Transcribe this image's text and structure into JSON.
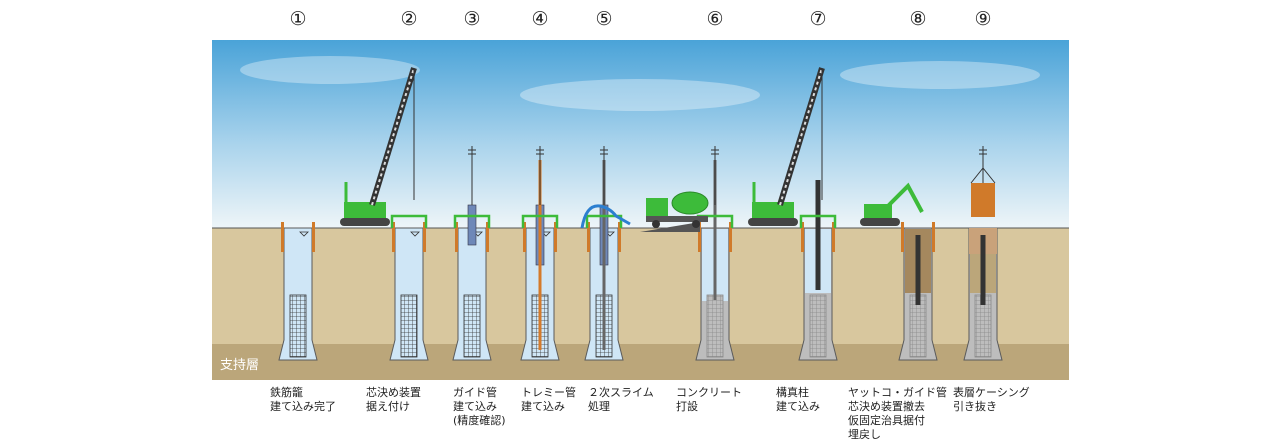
{
  "support_layer_label": "支持層",
  "colors": {
    "sky_top": "#4aa3d8",
    "sky_bottom": "#eef5f8",
    "ground": "#d8c79e",
    "bearing_layer": "#bba67a",
    "crane_green": "#3dbb3a",
    "casing": "#d07a2a",
    "water": "#cfe6f6",
    "concrete": "#bdbdbd"
  },
  "steps": [
    {
      "number": "①",
      "label": "鉄筋籠\n建て込み完了"
    },
    {
      "number": "②",
      "label": "芯決め装置\n据え付け"
    },
    {
      "number": "③",
      "label": "ガイド管\n建て込み\n(精度確認)"
    },
    {
      "number": "④",
      "label": "トレミー管\n建て込み"
    },
    {
      "number": "⑤",
      "label": "２次スライム\n処理"
    },
    {
      "number": "⑥",
      "label": "コンクリート\n打設"
    },
    {
      "number": "⑦",
      "label": "構真柱\n建て込み"
    },
    {
      "number": "⑧",
      "label": "ヤットコ・ガイド管\n芯決め装置撤去\n仮固定治具据付\n埋戻し"
    },
    {
      "number": "⑨",
      "label": "表層ケーシング\n引き抜き"
    }
  ]
}
